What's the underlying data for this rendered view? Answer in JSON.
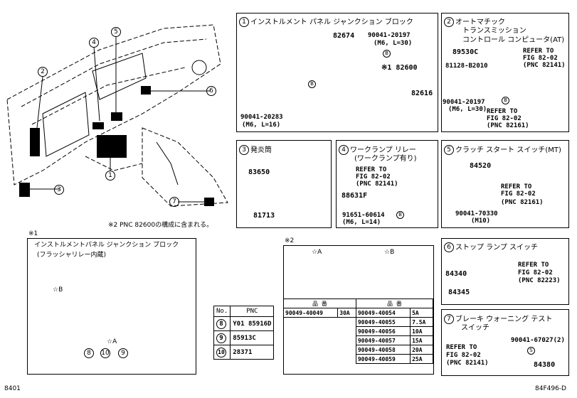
{
  "sections": {
    "s1": {
      "no": "1",
      "title": "インストルメント パネル ジャンクション ブロック"
    },
    "s2": {
      "no": "2",
      "title_l1": "オートマチック",
      "title_l2": "トランスミッション",
      "title_l3": "コントロール コンピュータ(AT)"
    },
    "s3": {
      "no": "3",
      "title": "発炎筒"
    },
    "s4": {
      "no": "4",
      "title_l1": "ワークランプ リレー",
      "title_l2": "(ワークランプ有り)"
    },
    "s5": {
      "no": "5",
      "title": "クラッチ スタート スイッチ(MT)"
    },
    "s6": {
      "no": "6",
      "title": "ストップ ランプ スイッチ"
    },
    "s7": {
      "no": "7",
      "title_l1": "ブレーキ ウォーニング テスト",
      "title_l2": "スイッチ"
    }
  },
  "callouts": {
    "c1": "1",
    "c2": "2",
    "c3": "3",
    "c4": "4",
    "c5": "5",
    "c6": "6",
    "c7": "7",
    "c8": "8",
    "c9": "9",
    "c10": "10"
  },
  "labels": {
    "p82674": "82674",
    "p90041_20197a": "90041-20197",
    "p90041_20197a_sz": "(M6, L=30)",
    "p82600": "※1 82600",
    "p82616": "82616",
    "p90041_20283": "90041-20283",
    "p90041_20283_sz": "(M6, L=16)",
    "p89530C": "89530C",
    "p81128": "81128-B2010",
    "p90041_20197b": "90041-20197",
    "p90041_20197b_sz": "(M6, L=30)",
    "ref1_a": "REFER TO",
    "ref1_b": "FIG 82-02",
    "ref1_c": "(PNC 82141)",
    "ref2_a": "REFER TO",
    "ref2_b": "FIG 82-02",
    "ref2_c": "(PNC 82161)",
    "p83650": "83650",
    "p81713": "81713",
    "ref3_a": "REFER TO",
    "ref3_b": "FIG 82-02",
    "ref3_c": "(PNC 82141)",
    "p88631F": "88631F",
    "p91651": "91651-60614",
    "p91651_sz": "(M6, L=14)",
    "p84520": "84520",
    "ref4_a": "REFER TO",
    "ref4_b": "FIG 82-02",
    "ref4_c": "(PNC 82161)",
    "p90041_70330": "90041-70330",
    "p90041_70330_sz": "(M10)",
    "p84340": "84340",
    "ref5_a": "REFER TO",
    "ref5_b": "FIG 82-02",
    "ref5_c": "(PNC 82223)",
    "p84345": "84345",
    "p90041_67027": "90041-67027(2)",
    "ref6_a": "REFER TO",
    "ref6_b": "FIG 82-02",
    "ref6_c": "(PNC 82141)",
    "p84380": "84380",
    "bolt_b": "B",
    "bolt_s": "S",
    "note2": "※2 PNC 82600の構成に含まれる。",
    "note1_mark": "※1",
    "jb_title": "インストルメントパネル ジャンクション ブロック",
    "jb_subtitle": "(フラッシャリレー内蔵)",
    "star_a": "☆A",
    "star_b": "☆B",
    "note_mark2": "※2",
    "footer_left": "8401",
    "footer_right": "84F496-D"
  },
  "pnc_table": {
    "header": [
      "No.",
      "PNC"
    ],
    "rows": [
      {
        "no": "8",
        "pnc": "Y01 85916D"
      },
      {
        "no": "9",
        "pnc": "85913C"
      },
      {
        "no": "10",
        "pnc": "28371"
      }
    ]
  },
  "fuse_table": {
    "col_a": "☆A",
    "col_b": "☆B",
    "part_hdr_a": "品 番",
    "part_hdr_b": "品 番",
    "rows": [
      {
        "a_part": "90049-40049",
        "a_amp": "30A",
        "b_part": "90049-40054",
        "b_amp": "5A"
      },
      {
        "a_part": "",
        "a_amp": "",
        "b_part": "90049-40055",
        "b_amp": "7.5A"
      },
      {
        "a_part": "",
        "a_amp": "",
        "b_part": "90049-40056",
        "b_amp": "10A"
      },
      {
        "a_part": "",
        "a_amp": "",
        "b_part": "90049-40057",
        "b_amp": "15A"
      },
      {
        "a_part": "",
        "a_amp": "",
        "b_part": "90049-40058",
        "b_amp": "20A"
      },
      {
        "a_part": "",
        "a_amp": "",
        "b_part": "90049-40059",
        "b_amp": "25A"
      }
    ]
  }
}
